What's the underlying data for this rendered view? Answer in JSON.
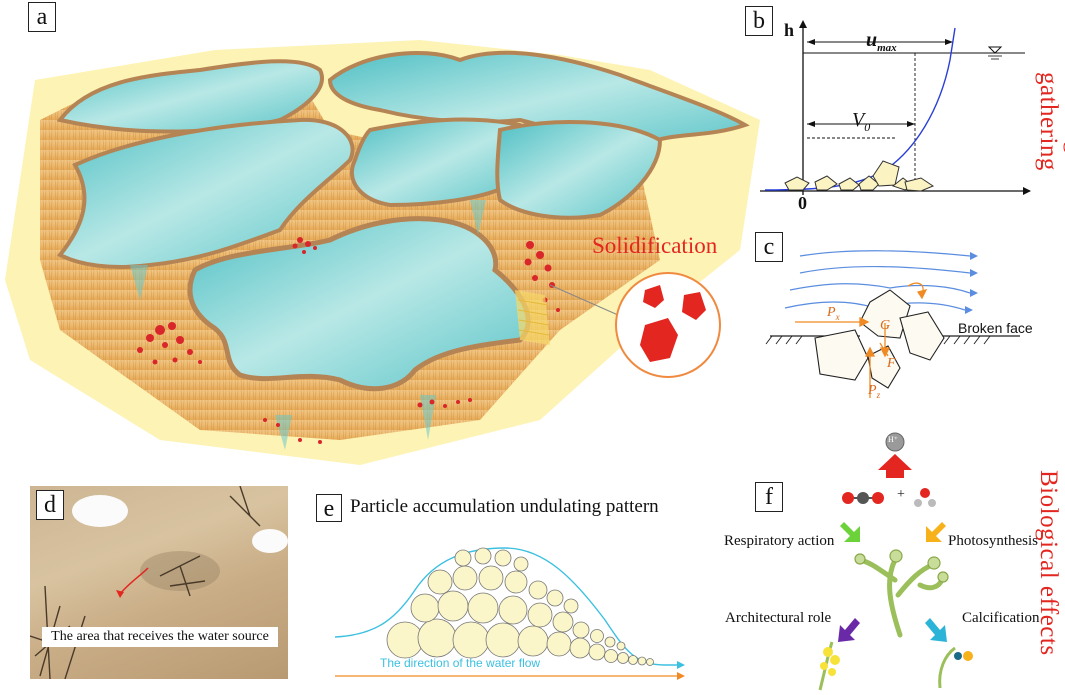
{
  "panels": {
    "a": {
      "letter": "a"
    },
    "b": {
      "letter": "b",
      "h_label": "h",
      "umax_label": "u",
      "umax_sub": "max",
      "v0_label": "V",
      "v0_sub": "0",
      "origin_label": "0"
    },
    "c": {
      "letter": "c",
      "broken_face": "Broken face",
      "px": "P",
      "px_sub": "x",
      "pz": "P",
      "pz_sub": "z",
      "g": "G",
      "f": "F"
    },
    "d": {
      "letter": "d",
      "caption": "The area that receives the water source"
    },
    "e": {
      "letter": "e",
      "title": "Particle accumulation undulating pattern",
      "flow_caption": "The direction of the water flow"
    },
    "f": {
      "letter": "f",
      "respiratory": "Respiratory action",
      "photosynthesis": "Photosynthesis",
      "architectural": "Architectural role",
      "calcification": "Calcification",
      "h_ion": "H⁺",
      "plus": "+"
    }
  },
  "labels": {
    "solidification": "Solidification",
    "moving_gathering": "Moving and gathering",
    "biological_effects": "Biological effects"
  },
  "colors": {
    "accent_red": "#e3261f",
    "water": "#6cc9c9",
    "terrace": "#e8b86a",
    "bg_yellow": "#fdf3b4",
    "flow_blue": "#3cc0e0",
    "flow_orange": "#f08a24"
  }
}
